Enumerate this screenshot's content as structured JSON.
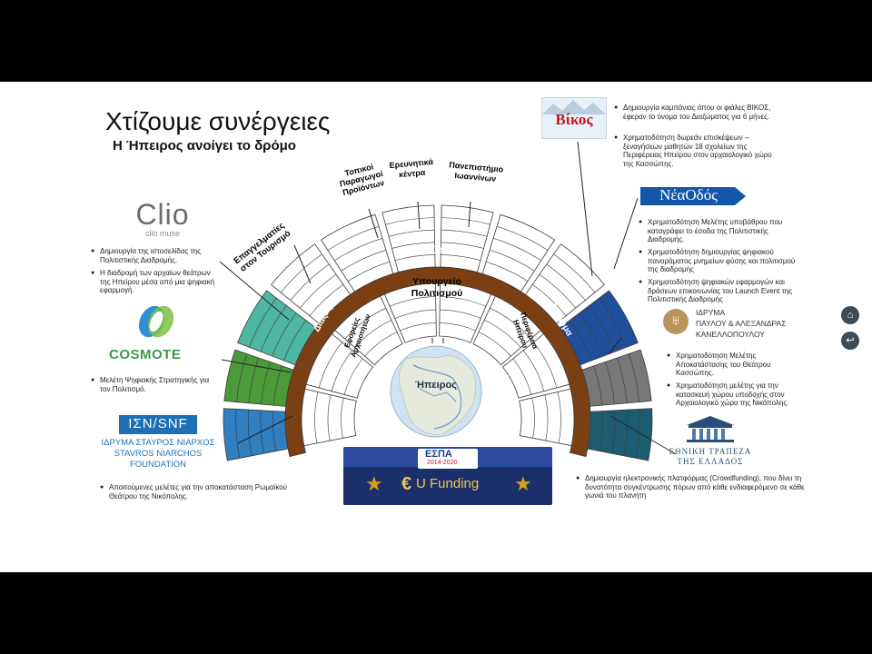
{
  "slide": {
    "title": "Χτίζουμε συνέργειες",
    "subtitle": "Η Ήπειρος ανοίγει το δρόμο"
  },
  "theatre": {
    "colors": {
      "brown": "#7b3f14",
      "teal": "#4fb6a1",
      "green": "#4a9a3a",
      "blue": "#2f7fc1",
      "navy": "#1f4f9a",
      "grey": "#777777",
      "darkteal": "#1d5c70"
    },
    "upper_sections": [
      "Επαγγελματίες στον Τουρισμό",
      "Τοπικοί Παραγωγοί Προϊόντων",
      "Ερευνητικά κέντρα",
      "Πανεπιστήμιο Ιωαννίνων"
    ],
    "diazoma_top": "Διάζωμα",
    "diazoma_left": "Διάζωμα",
    "diazoma_right": "Διάζωμα",
    "ministry": "Υπουργείο Πολιτισμού",
    "ephorate": "Εφορείες Αρχαιοτήτων",
    "region": "Περιφέρεια Ηπείρου",
    "map_label": "Ήπειρος"
  },
  "sponsors": {
    "clio": {
      "logo_text": "Clio",
      "logo_sub": "clio muse",
      "bullets": [
        "Δημιουργία της ιστοσελίδας της Πολιτιστικής Διαδρομής.",
        "Η διαδρομή των αρχαίων θεάτρων της Ηπείρου μέσα από μια ψηφιακή εφαρμογή."
      ]
    },
    "cosmote": {
      "logo_text": "COSMOTE",
      "bullets": [
        "Μελέτη Ψηφιακής Στρατηγικής για τον Πολιτισμό."
      ]
    },
    "snf": {
      "logo_text": "ΙΣΝ/SNF",
      "logo_line1": "ΙΔΡΥΜΑ ΣΤΑΥΡΟΣ ΝΙΑΡΧΟΣ",
      "logo_line2": "STAVROS NIARCHOS",
      "logo_line3": "FOUNDATION",
      "bullets": [
        "Απαιτούμενες μελέτες για την αποκατάσταση Ρωμαϊκού Θεάτρου της Νικόπολης."
      ]
    },
    "vikos": {
      "logo_text": "Βίκος",
      "bullets": [
        "Δημιουργία καμπάνιας όπου οι φιάλες ΒΙΚΟΣ, έφεραν το όνομα του Διαζώματος για 6 μήνες.",
        "Χρηματοδότηση δωρεάν επισκέψεων – ξεναγήσεων μαθητών 18 σχολείων της Περιφέρειας Ηπείρου στον αρχαιολογικό χώρο της Κασσώπης."
      ]
    },
    "neaodos": {
      "logo_text": "ΝέαΟδός",
      "bullets": [
        "Χρηματοδότηση Μελέτης υποβάθρου που καταγράφει το έσοδα της Πολιτιστικής Διαδρομής.",
        "Χρηματοδότηση δημιουργίας ψηφιακού πανοράματος μνημείων φύσης και πολιτισμού της διαδρομής",
        "Χρηματοδότηση ψηφιακών εφαρμογών και δράσεων επικοινωνίας του Launch Event της Πολιτιστικής Διαδρομής"
      ]
    },
    "kanellopoulos": {
      "logo_line1": "ΙΔΡΥΜΑ",
      "logo_line2": "ΠΑΥΛΟΥ & ΑΛΕΞΑΝΔΡΑΣ",
      "logo_line3": "ΚΑΝΕΛΛΟΠΟΥΛΟΥ",
      "bullets": [
        "Χρηματοδότηση Μελέτης Αποκατάστασης του Θεάτρου Κασσώπης.",
        "Χρηματοδότηση μελέτης για την κατασκευή χώρου υποδοχής στον Αρχαιολογικό χώρο της Νικόπολης."
      ]
    },
    "nbg": {
      "logo_line1": "ΕΘΝΙΚΗ ΤΡΑΠΕΖΑ",
      "logo_line2": "ΤΗΣ ΕΛΛΑΔΟΣ",
      "bullets": [
        "Δημιουργία ηλεκτρονικής πλατφόρμας (Crowdfunding), που δίνει τη δυνατότητα συγκέντρωσης πόρων από κάθε ενδιαφερόμενο σε κάθε γωνιά του πλανήτη"
      ]
    },
    "espa": {
      "logo_text": "ΕΣΠΑ",
      "years": "2014-2020",
      "funding_text": "U Funding"
    }
  },
  "nav": {
    "home_icon": "home-icon",
    "back_icon": "back-icon"
  }
}
